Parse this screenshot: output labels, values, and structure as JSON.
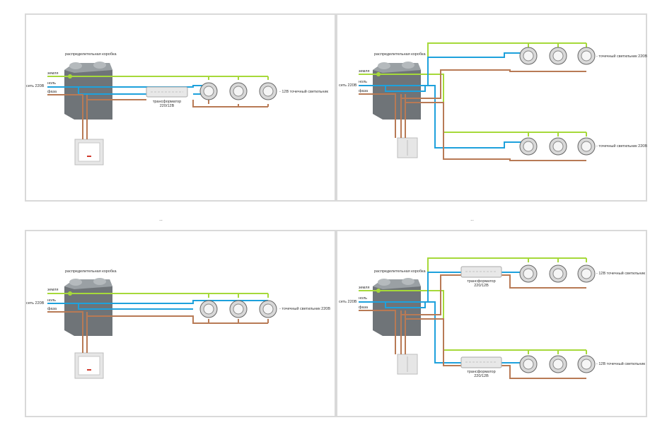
{
  "colors": {
    "ground": "#a6d93a",
    "neutral": "#1ea1dc",
    "phase": "#b87a55",
    "box": "#6f7478",
    "frame": "#d9d9d9"
  },
  "panels": [
    {
      "id": "a",
      "box_label": "распределительная коробка",
      "wire_labels": {
        "ground": "земля",
        "neutral": "ноль",
        "network": "сеть 220В",
        "phase": "фаза"
      },
      "transformer_label": "трансформатор\n220/12В",
      "lamp_label": "- 12В точечный светильник",
      "switch": "single"
    },
    {
      "id": "b",
      "box_label": "распределительная коробка",
      "wire_labels": {
        "ground": "земля",
        "neutral": "ноль",
        "network": "сеть 220В",
        "phase": "фаза"
      },
      "lamp_label_top": "- точечный светильник 220В",
      "lamp_label_bottom": "- точечный светильник 220В",
      "switch": "double"
    },
    {
      "id": "c",
      "box_label": "распределительная коробка",
      "wire_labels": {
        "ground": "земля",
        "neutral": "ноль",
        "network": "сеть 220В",
        "phase": "фаза"
      },
      "lamp_label": "- точечный светильник 220В",
      "switch": "single"
    },
    {
      "id": "d",
      "box_label": "распределительная коробка",
      "wire_labels": {
        "ground": "земля",
        "neutral": "ноль",
        "network": "сеть 220В",
        "phase": "фаза"
      },
      "transformer_label_top": "трансформатор\n220/12В",
      "transformer_label_bottom": "трансформатор\n220/12В",
      "lamp_label_top": "- 12В точечный светильник",
      "lamp_label_bottom": "- 12В точечный светильник",
      "switch": "double"
    }
  ],
  "separators": [
    "..",
    ".."
  ]
}
